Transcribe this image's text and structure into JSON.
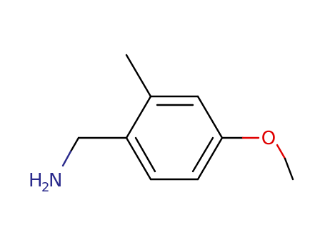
{
  "molecule": {
    "atoms": {
      "nitrogen": {
        "label_prefix": "H",
        "label_subscript": "2",
        "label_suffix": "N",
        "color": "#2a2a8c"
      },
      "oxygen": {
        "label": "O",
        "color": "#e00000"
      }
    },
    "colors": {
      "bond": "#000000",
      "background": "#ffffff"
    }
  }
}
